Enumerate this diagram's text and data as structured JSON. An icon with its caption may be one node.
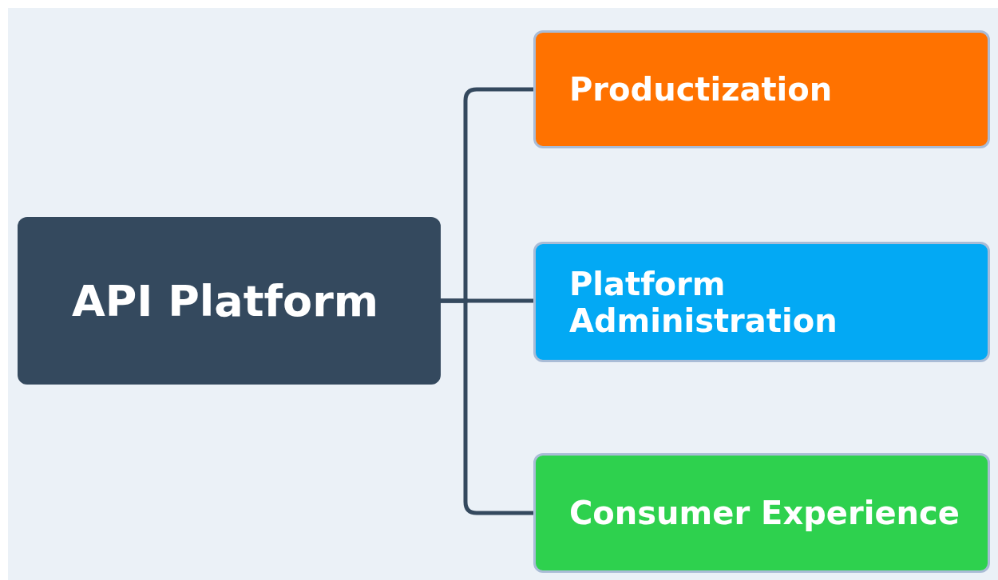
{
  "diagram": {
    "nodes": [
      {
        "text": [
          "API Platform"
        ]
      },
      {
        "text": [
          "Productization"
        ]
      },
      {
        "text": [
          "Platform Administration"
        ]
      },
      {
        "text": [
          "Consumer Experience"
        ]
      }
    ],
    "edges": [
      {
        "from": 0,
        "to": 1,
        "arrow": "none"
      },
      {
        "from": 0,
        "to": 2,
        "arrow": "none"
      },
      {
        "from": 0,
        "to": 3,
        "arrow": "none"
      }
    ]
  }
}
